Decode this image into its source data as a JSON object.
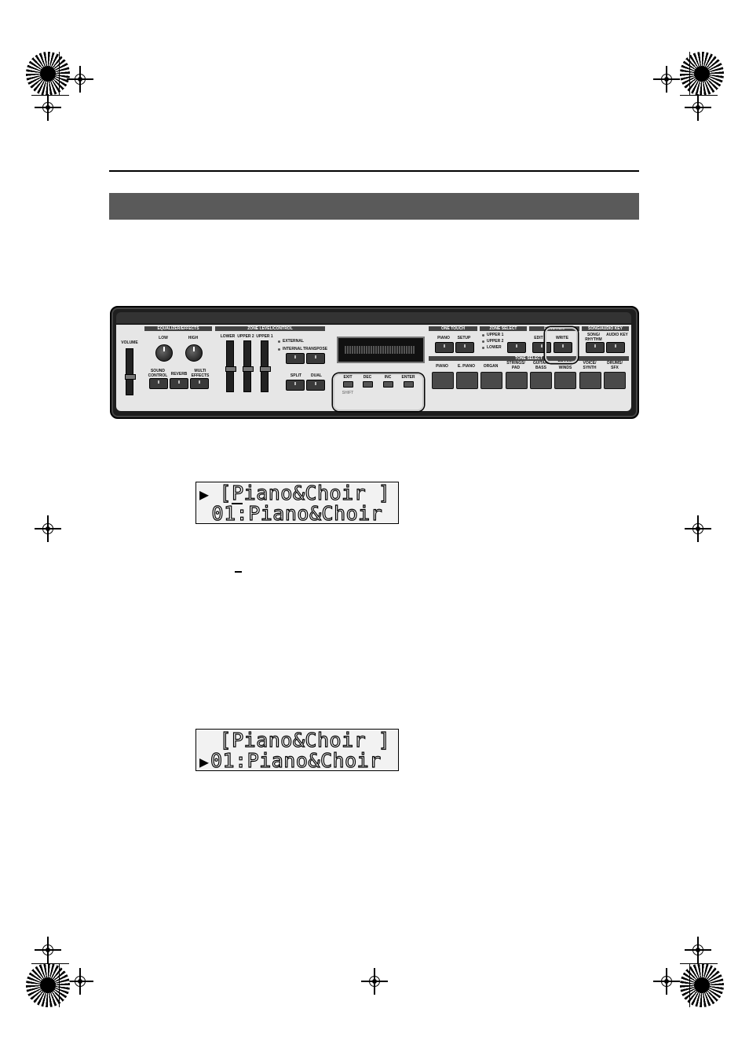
{
  "panel": {
    "volume_label": "VOLUME",
    "sections": {
      "equalizer_effects": "EQUALIZER/EFFECTS",
      "zone_level_control": "ZONE LEVEL/CONTROL",
      "one_touch": "ONE TOUCH",
      "zone_select": "ZONE SELECT",
      "function": "FUNCTION",
      "song_audio_key": "SONG/AUDIO KEY",
      "tone_select": "TONE SELECT"
    },
    "knobs": {
      "low": "LOW",
      "high": "HIGH"
    },
    "effect_buttons": [
      "SOUND CONTROL",
      "REVERB",
      "MULTI EFFECTS"
    ],
    "zone_sliders": [
      "LOWER",
      "UPPER 2",
      "UPPER 1"
    ],
    "zone_mode": {
      "external": "EXTERNAL",
      "internal": "INTERNAL",
      "transpose": "TRANSPOSE",
      "split": "SPLIT",
      "dual": "DUAL"
    },
    "cursor_buttons": [
      "EXIT",
      "DEC",
      "INC",
      "ENTER"
    ],
    "shift_label": "SHIFT",
    "one_touch_buttons": [
      "PIANO",
      "SETUP"
    ],
    "zone_select_items": [
      "UPPER 1",
      "UPPER 2",
      "LOWER"
    ],
    "function_buttons": [
      "EDIT",
      "WRITE"
    ],
    "song_buttons": [
      "SONG/ RHYTHM",
      "AUDIO KEY"
    ],
    "tone_buttons": [
      "PIANO",
      "E. PIANO",
      "ORGAN",
      "STRINGS/ PAD",
      "GUITAR/ BASS",
      "BRASS/ WINDS",
      "VOICE/ SYNTH",
      "DRUMS/ SFX"
    ]
  },
  "display1": {
    "cursor": "▶",
    "line1": " [Piano&Choir ]",
    "line2": " 01:Piano&Choir"
  },
  "display2": {
    "cursor": "▶",
    "line1": " [Piano&Choir ]",
    "line2": "01:Piano&Choir"
  }
}
